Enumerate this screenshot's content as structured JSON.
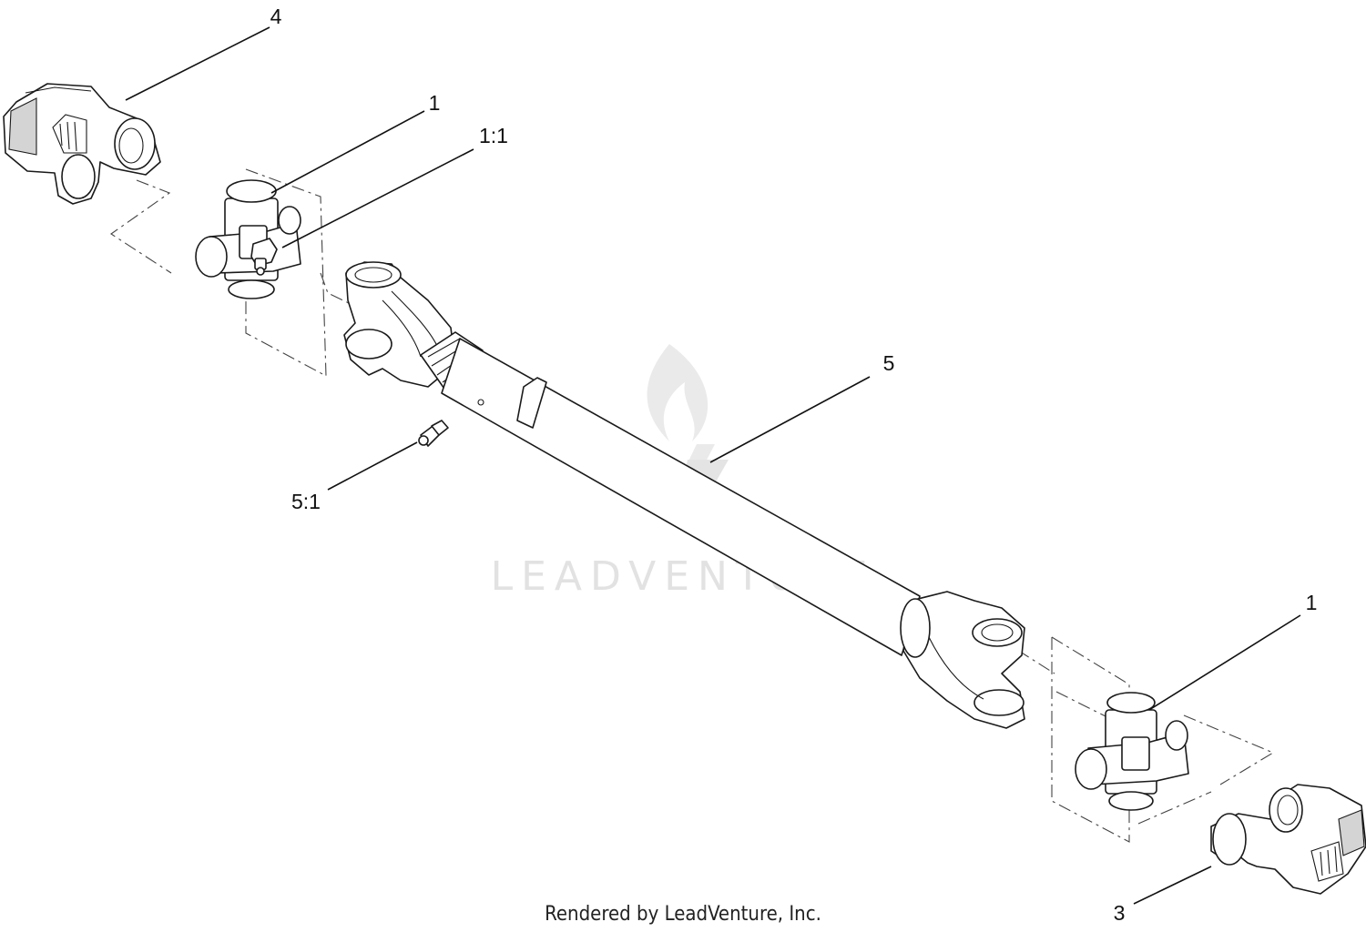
{
  "callouts": {
    "c4": "4",
    "c1_top": "1",
    "c1_1": "1:1",
    "c5": "5",
    "c5_1": "5:1",
    "c1_bottom": "1",
    "c3": "3"
  },
  "watermark": {
    "text": "LEADVENTURE",
    "color": "#e2e2e2"
  },
  "footer": {
    "credit": "Rendered by LeadVenture, Inc."
  }
}
